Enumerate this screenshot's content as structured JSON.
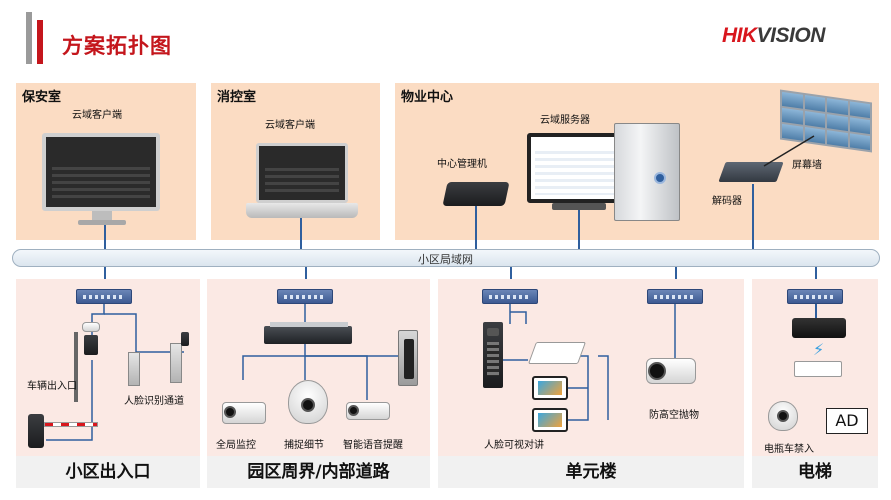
{
  "header": {
    "title": "方案拓扑图",
    "logo_hik": "HIK",
    "logo_vision": "VISION"
  },
  "rooms": {
    "security": {
      "label": "保安室",
      "device": "云域客户端"
    },
    "fire_control": {
      "label": "消控室",
      "device": "云域客户端"
    },
    "property": {
      "label": "物业中心",
      "server": "云域服务器",
      "center_manager": "中心管理机",
      "video_wall": "屏幕墙",
      "decoder": "解码器"
    }
  },
  "lan": {
    "label": "小区局域网"
  },
  "zones": {
    "entrance": {
      "title": "小区出入口",
      "vehicle": "车辆出入口",
      "face_channel": "人脸识别通道"
    },
    "perimeter": {
      "title": "园区周界/内部道路",
      "global": "全局监控",
      "detail": "捕捉细节",
      "voice": "智能语音提醒"
    },
    "building": {
      "title": "单元楼",
      "intercom": "人脸可视对讲",
      "anti_throw": "防高空抛物"
    },
    "elevator": {
      "title": "电梯",
      "ebike": "电瓶车禁入",
      "ad": "AD"
    }
  },
  "colors": {
    "accent_red": "#c4161c",
    "room_bg": "#fbdcc3",
    "zone_bg": "#fbe9e4",
    "line_blue": "#2f5f9e"
  }
}
